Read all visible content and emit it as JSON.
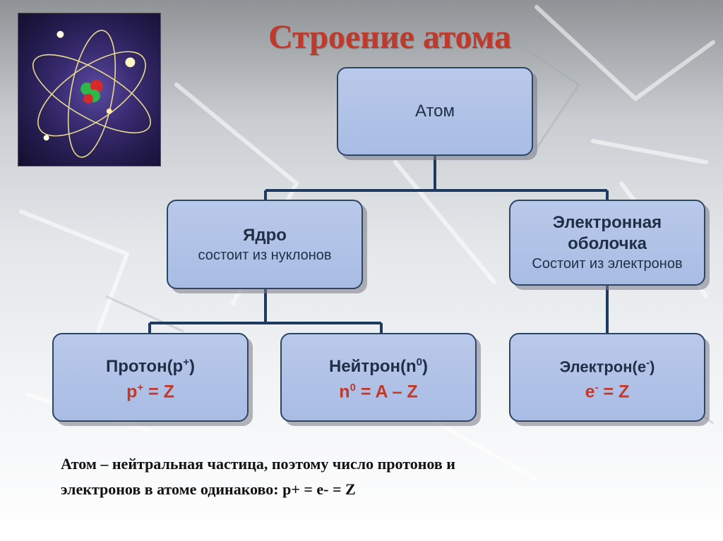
{
  "title": "Строение атома",
  "nodes": {
    "atom": {
      "label": "Атом"
    },
    "nucleus": {
      "label": "Ядро",
      "subtitle": "состоит из нуклонов"
    },
    "shell": {
      "label_line1": "Электронная",
      "label_line2": "оболочка",
      "subtitle": "Состоит из электронов"
    },
    "proton": {
      "label": "Протон(p",
      "label_sup": "+",
      "label_end": ")",
      "formula_a": "p",
      "formula_sup": "+",
      "formula_b": " = Z"
    },
    "neutron": {
      "label": "Нейтрон(n",
      "label_sup": "0",
      "label_end": ")",
      "formula_a": "n",
      "formula_sup": "0",
      "formula_b": " = A – Z"
    },
    "electron": {
      "label": "Электрон(e",
      "label_sup": "-",
      "label_end": ")",
      "formula_a": "e",
      "formula_sup": "-",
      "formula_b": " = Z"
    }
  },
  "note": {
    "line1": "Атом – нейтральная частица, поэтому число протонов и",
    "line2": "электронов в атоме одинаково: р+ = е- = Z"
  },
  "colors": {
    "box_fill": "#adc0e6",
    "box_border": "#2c4563",
    "connector": "#1f3a5f",
    "title": "#c0392b",
    "formula": "#c0392b"
  },
  "icons": [
    "atom-model-picture"
  ]
}
